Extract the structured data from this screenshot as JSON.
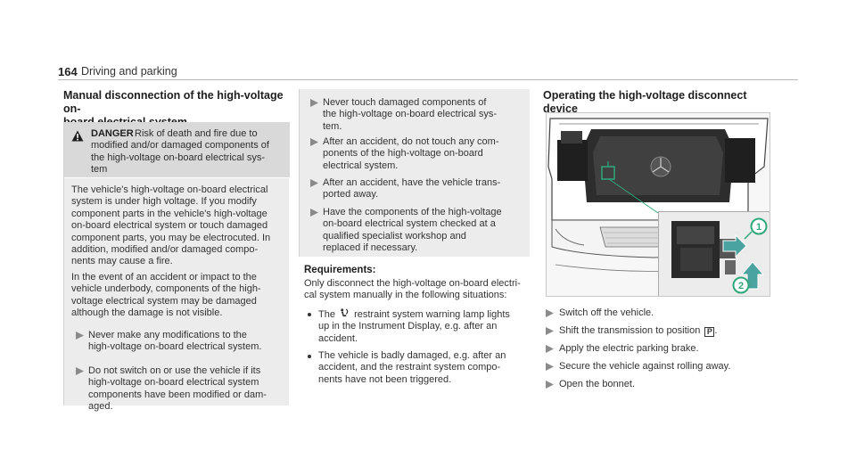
{
  "header": {
    "page_number": "164",
    "section": "Driving and parking"
  },
  "col1": {
    "title_line1": "Manual disconnection of the high-voltage on-",
    "title_line2": "board electrical system",
    "danger": {
      "label": "DANGER",
      "lines": [
        "Risk of death and fire due to",
        "modified and/or damaged components of",
        "the high-voltage on-board electrical sys-",
        "tem"
      ]
    },
    "para1": [
      "The vehicle's high-voltage on-board electrical",
      "system is under high voltage. If you modify",
      "component parts in the vehicle's high-voltage",
      "on-board electrical system or touch damaged",
      "component parts, you may be electrocuted. In",
      "addition, modified and/or damaged compo-",
      "nents may cause a fire."
    ],
    "para2": [
      "In the event of an accident or impact to the",
      "vehicle underbody, components of the high-",
      "voltage electrical system may be damaged",
      "although the damage is not visible."
    ],
    "bullets": [
      [
        "Never make any modifications to the",
        "high-voltage on-board electrical system."
      ],
      [
        "Do not switch on or use the vehicle if its",
        "high-voltage on-board electrical system",
        "components have been modified or dam-",
        "aged."
      ]
    ]
  },
  "col2": {
    "bullets": [
      [
        "Never touch damaged components of",
        "the high-voltage on-board electrical sys-",
        "tem."
      ],
      [
        "After an accident, do not touch any com-",
        "ponents of the high-voltage on-board",
        "electrical system."
      ],
      [
        "After an accident, have the vehicle trans-",
        "ported away."
      ],
      [
        "Have the components of the high-voltage",
        "on-board electrical system checked at a",
        "qualified specialist workshop and",
        "replaced if necessary."
      ]
    ],
    "requirements_title": "Requirements:",
    "requirements_intro": [
      "Only disconnect the high-voltage on-board electri-",
      "cal system manually in the following situations:"
    ],
    "req1_line1_pre": "The",
    "req1_icon": "airbag-warning-icon",
    "req1_line1_post": "restraint system warning lamp lights",
    "req1_rest": [
      "up in the Instrument Display, e.g. after an",
      "accident."
    ],
    "req2": [
      "The vehicle is badly damaged, e.g. after an",
      "accident, and the restraint system compo-",
      "nents have not been triggered."
    ]
  },
  "col3": {
    "title": "Operating the high-voltage disconnect device",
    "figure_callouts": [
      "1",
      "2"
    ],
    "steps": [
      "Switch off the vehicle.",
      "Shift the transmission to position",
      "Apply the electric parking brake.",
      "Secure the vehicle against rolling away.",
      "Open the bonnet."
    ],
    "park_symbol": "P"
  },
  "colors": {
    "accent_arrow": "#5a5a5a",
    "callout_green": "#2fa87a",
    "box_bg": "#ececec",
    "box_head_bg": "#d9d9d9"
  }
}
